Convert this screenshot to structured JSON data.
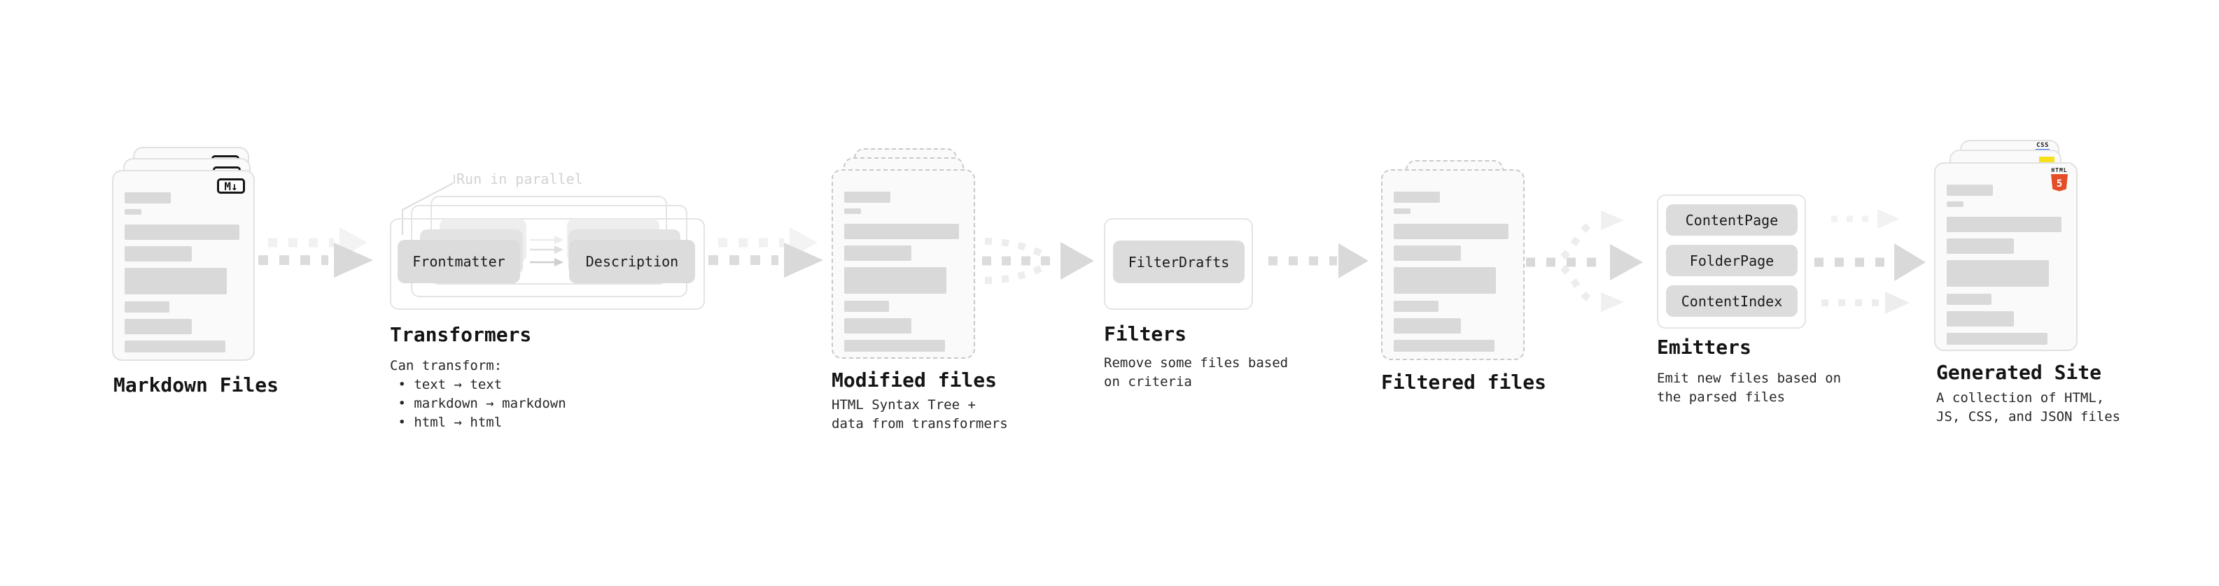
{
  "stages": {
    "markdown": {
      "title": "Markdown Files",
      "badge": "M↓"
    },
    "transformers": {
      "title": "Transformers",
      "callout": "Run in parallel",
      "buttons": {
        "frontmatter": "Frontmatter",
        "description": "Description"
      },
      "description": "Can transform:\n • text → text\n • markdown → markdown\n • html → html"
    },
    "modified": {
      "title": "Modified files",
      "description": "HTML Syntax Tree +\ndata from transformers"
    },
    "filters": {
      "title": "Filters",
      "buttons": {
        "filterdrafts": "FilterDrafts"
      },
      "description": "Remove some files based\non criteria"
    },
    "filtered": {
      "title": "Filtered files"
    },
    "emitters": {
      "title": "Emitters",
      "buttons": {
        "contentpage": "ContentPage",
        "folderpage": "FolderPage",
        "contentindex": "ContentIndex"
      },
      "description": "Emit new files based on\nthe parsed files"
    },
    "generated": {
      "title": "Generated Site",
      "badges": {
        "css": "CSS",
        "html": "HTML",
        "five": "5"
      },
      "description": "A collection of HTML,\nJS, CSS, and JSON files"
    }
  },
  "colors": {
    "js_yellow": "#f7df1e",
    "css_blue": "#2e6bf0",
    "html5_orange": "#e44d26",
    "arrow_gray": "#d9d9d9",
    "ghost_gray": "#f0f0f0"
  }
}
